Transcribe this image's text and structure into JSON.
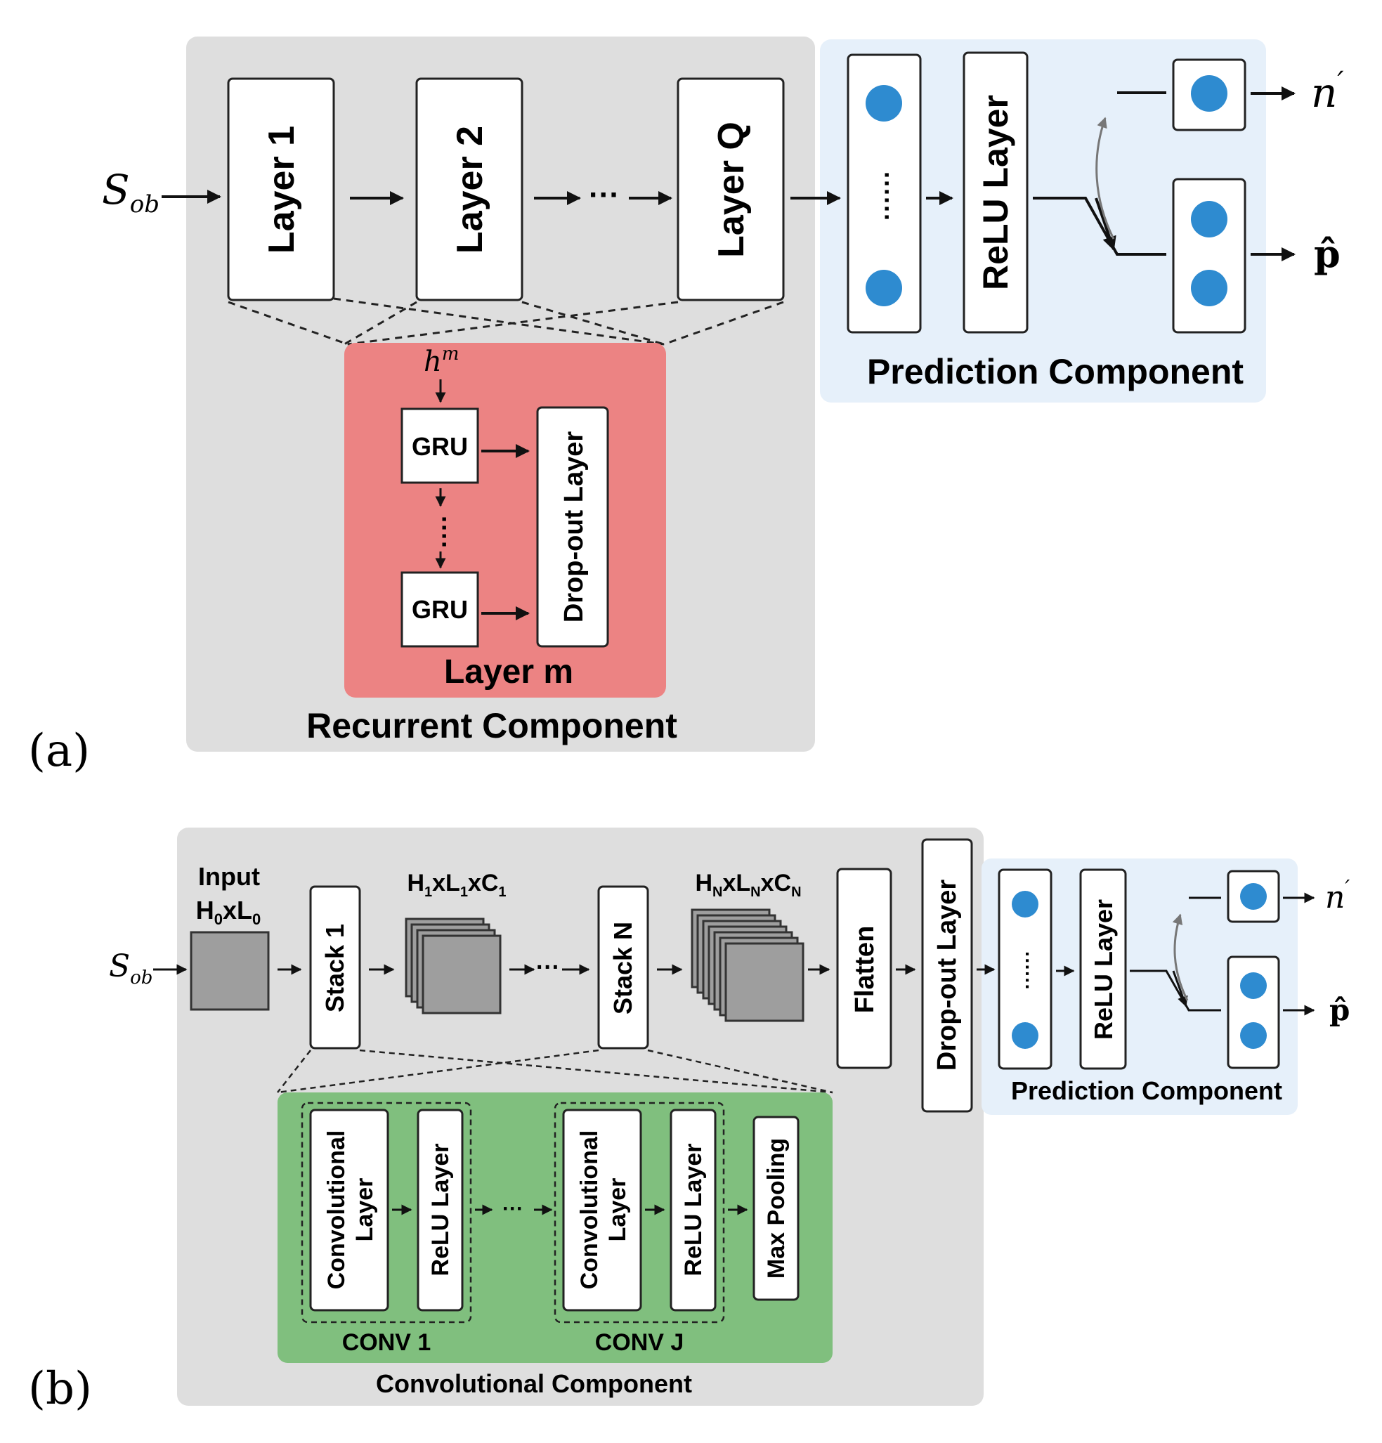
{
  "colors": {
    "component_bg": "#DEDEDE",
    "prediction_bg": "#E6F0FA",
    "recurrent_layer_bg": "#EC8383",
    "conv_bg": "#80BF7E",
    "node": "#2E8BD0"
  },
  "panel_a": {
    "panel_label": "(a)",
    "input_label": "S",
    "input_sub": "ob",
    "layers": [
      "Layer 1",
      "Layer 2",
      "Layer Q"
    ],
    "ellipsis": "···",
    "vertical_dots": "······",
    "layer_m": {
      "hidden_label": "h",
      "hidden_sup": "m",
      "gru": [
        "GRU",
        "GRU"
      ],
      "dots": "····",
      "dropout": "Drop-out Layer",
      "title": "Layer m"
    },
    "recurrent_title": "Recurrent Component",
    "prediction": {
      "relu": "ReLU Layer",
      "title": "Prediction Component",
      "out_n": "n",
      "out_n_prime": "′",
      "out_p": "p̂"
    }
  },
  "panel_b": {
    "panel_label": "(b)",
    "input_label": "S",
    "input_sub": "ob",
    "input_title": "Input",
    "input_dims": "H",
    "input_dims_sub": "0",
    "input_dims_x": "xL",
    "stack1": "Stack 1",
    "stackN": "Stack N",
    "ellipsis": "···",
    "dims1": [
      "H",
      "1",
      "xL",
      "1",
      "xC",
      "1"
    ],
    "dimsN": [
      "H",
      "N",
      "xL",
      "N",
      "xC",
      "N"
    ],
    "flatten": "Flatten",
    "dropout": "Drop-out Layer",
    "conv_block": {
      "conv_line1": "Convolutional",
      "conv_line2": "Layer",
      "relu": "ReLU Layer",
      "maxpool": "Max Pooling",
      "conv1_label": "CONV 1",
      "convJ_label": "CONV J",
      "title": "Convolutional Component"
    },
    "prediction": {
      "relu": "ReLU Layer",
      "dots": "······",
      "title": "Prediction Component",
      "out_n": "n",
      "out_n_prime": "′",
      "out_p": "p̂"
    }
  }
}
